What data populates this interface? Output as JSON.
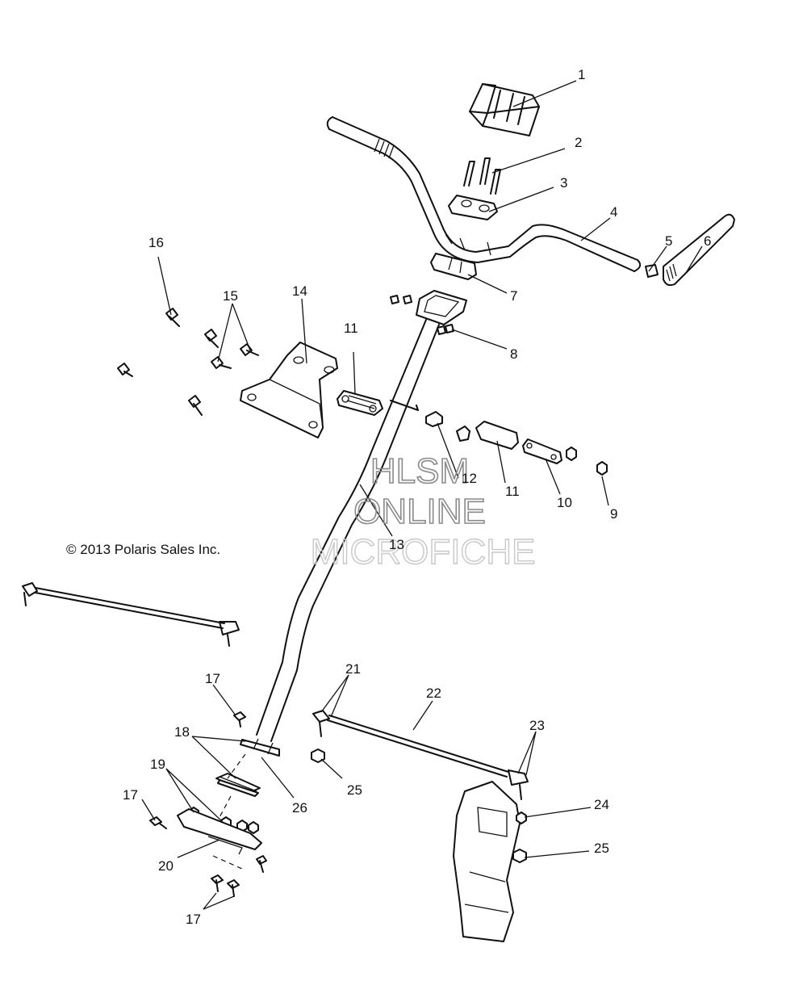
{
  "copyright": "© 2013 Polaris Sales Inc.",
  "watermark": {
    "line1": "HLSM",
    "line2": "ONLINE",
    "line3": "MICROFICHE"
  },
  "callouts": [
    "1",
    "2",
    "3",
    "4",
    "5",
    "6",
    "7",
    "8",
    "9",
    "10",
    "11",
    "11",
    "12",
    "13",
    "14",
    "15",
    "16",
    "17",
    "17",
    "17",
    "18",
    "19",
    "20",
    "21",
    "22",
    "23",
    "24",
    "25",
    "25",
    "26"
  ]
}
